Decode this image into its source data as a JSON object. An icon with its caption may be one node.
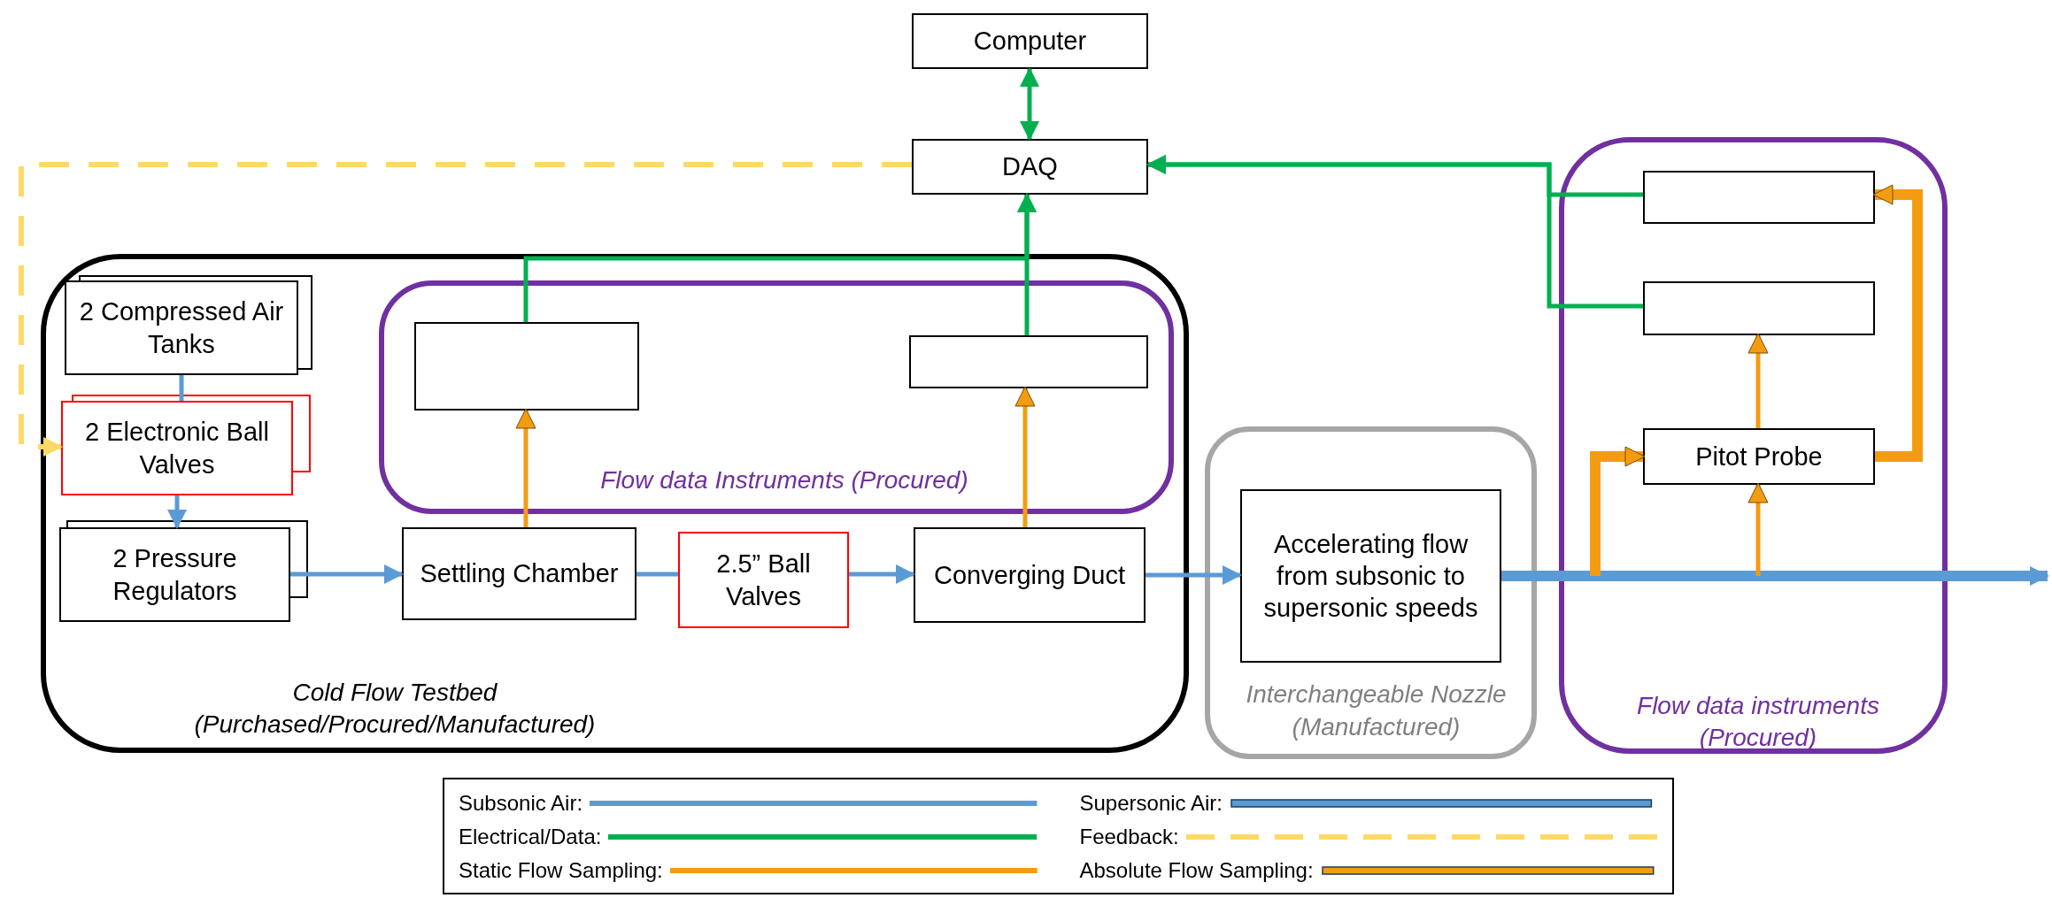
{
  "diagram": {
    "nodes": [
      {
        "text": [
          "Computer"
        ]
      },
      {
        "text": [
          "DAQ"
        ]
      },
      {
        "text": [
          "Cold Flow Testbed (Purchased/Procured/Manufactured)"
        ]
      },
      {
        "text": [
          "2 Compressed Air Tanks"
        ],
        "in": 2
      },
      {
        "text": [
          "2 Electronic Ball Valves"
        ],
        "in": 2
      },
      {
        "text": [
          "2 Pressure Regulators"
        ],
        "in": 2
      },
      {
        "text": [
          "Flow data Instruments (Procured)"
        ],
        "in": 2
      },
      {
        "text": [],
        "shape": "box",
        "in": 6
      },
      {
        "text": [],
        "shape": "box",
        "in": 6
      },
      {
        "text": [
          "Settling Chamber"
        ],
        "in": 2
      },
      {
        "text": [
          "2.5” Ball Valves"
        ],
        "in": 2
      },
      {
        "text": [
          "Converging Duct"
        ],
        "in": 2
      },
      {
        "text": [
          "Interchangeable Nozzle (Manufactured)"
        ]
      },
      {
        "text": [
          "Accelerating flow from subsonic to supersonic speeds"
        ],
        "in": 12
      },
      {
        "text": [
          "Flow data instruments (Procured)"
        ]
      },
      {
        "text": [],
        "shape": "box",
        "in": 14
      },
      {
        "text": [],
        "shape": "box",
        "in": 14
      },
      {
        "text": [
          "Pitot Probe"
        ],
        "in": 14
      }
    ],
    "edges": [
      {
        "from": 0,
        "to": 1,
        "arrow": "both",
        "color": "#00b050"
      },
      {
        "from": 7,
        "to": 1,
        "arrow": "to",
        "color": "#00b050"
      },
      {
        "from": 8,
        "to": 1,
        "arrow": "to",
        "color": "#00b050"
      },
      {
        "from": 15,
        "to": 1,
        "arrow": "to",
        "color": "#00b050"
      },
      {
        "from": 16,
        "to": 1,
        "arrow": "to",
        "color": "#00b050"
      },
      {
        "from": 1,
        "to": 4,
        "arrow": "to",
        "style": "dashed",
        "color": "#ffd966"
      },
      {
        "from": 3,
        "to": 4,
        "arrow": "none"
      },
      {
        "from": 4,
        "to": 5,
        "arrow": "to"
      },
      {
        "from": 5,
        "to": 9,
        "arrow": "to"
      },
      {
        "from": 9,
        "to": 10,
        "arrow": "none"
      },
      {
        "from": 10,
        "to": 11,
        "arrow": "to"
      },
      {
        "from": 11,
        "to": 13,
        "arrow": "to"
      },
      {
        "from": 13,
        "to": null,
        "arrow": "to",
        "style": "thick"
      },
      {
        "from": 9,
        "to": 7,
        "arrow": "to",
        "color": "#f39c12"
      },
      {
        "from": 11,
        "to": 8,
        "arrow": "to",
        "color": "#f39c12"
      },
      {
        "from": null,
        "to": 17,
        "arrow": "to",
        "color": "#f39c12"
      },
      {
        "from": null,
        "to": 17,
        "arrow": "to",
        "style": "thick",
        "color": "#f39c12"
      },
      {
        "from": 17,
        "to": 16,
        "arrow": "to",
        "color": "#f39c12"
      },
      {
        "from": 17,
        "to": 15,
        "arrow": "to",
        "style": "thick",
        "color": "#f39c12"
      }
    ],
    "legend": [
      {
        "text": "Subsonic Air:"
      },
      {
        "text": "Supersonic Air:"
      },
      {
        "text": "Electrical/Data:"
      },
      {
        "text": "Feedback:"
      },
      {
        "text": "Static Flow Sampling:"
      },
      {
        "text": "Absolute Flow Sampling:"
      }
    ]
  }
}
